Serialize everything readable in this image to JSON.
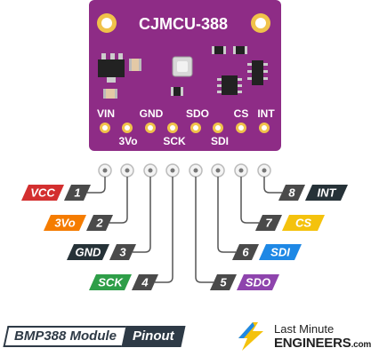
{
  "board": {
    "title": "CJMCU-388",
    "color": "#8e2c86",
    "pin_labels_top": [
      "VIN",
      "GND",
      "SDO",
      "CS",
      "INT"
    ],
    "pin_labels_bottom": [
      "3Vo",
      "SCK",
      "SDI"
    ]
  },
  "pins": [
    {
      "number": "1",
      "label": "VCC",
      "color": "#d32f2f"
    },
    {
      "number": "2",
      "label": "3Vo",
      "color": "#f57c00"
    },
    {
      "number": "3",
      "label": "GND",
      "color": "#263238"
    },
    {
      "number": "4",
      "label": "SCK",
      "color": "#2e9e48"
    },
    {
      "number": "5",
      "label": "SDO",
      "color": "#8e44ad"
    },
    {
      "number": "6",
      "label": "SDI",
      "color": "#1e88e5"
    },
    {
      "number": "7",
      "label": "CS",
      "color": "#f4c20d"
    },
    {
      "number": "8",
      "label": "INT",
      "color": "#263238"
    }
  ],
  "footer": {
    "module": "BMP388 Module",
    "pinout": "Pinout",
    "brand_line1": "Last Minute",
    "brand_line2": "ENGINEERS",
    "brand_suffix": ".com"
  }
}
